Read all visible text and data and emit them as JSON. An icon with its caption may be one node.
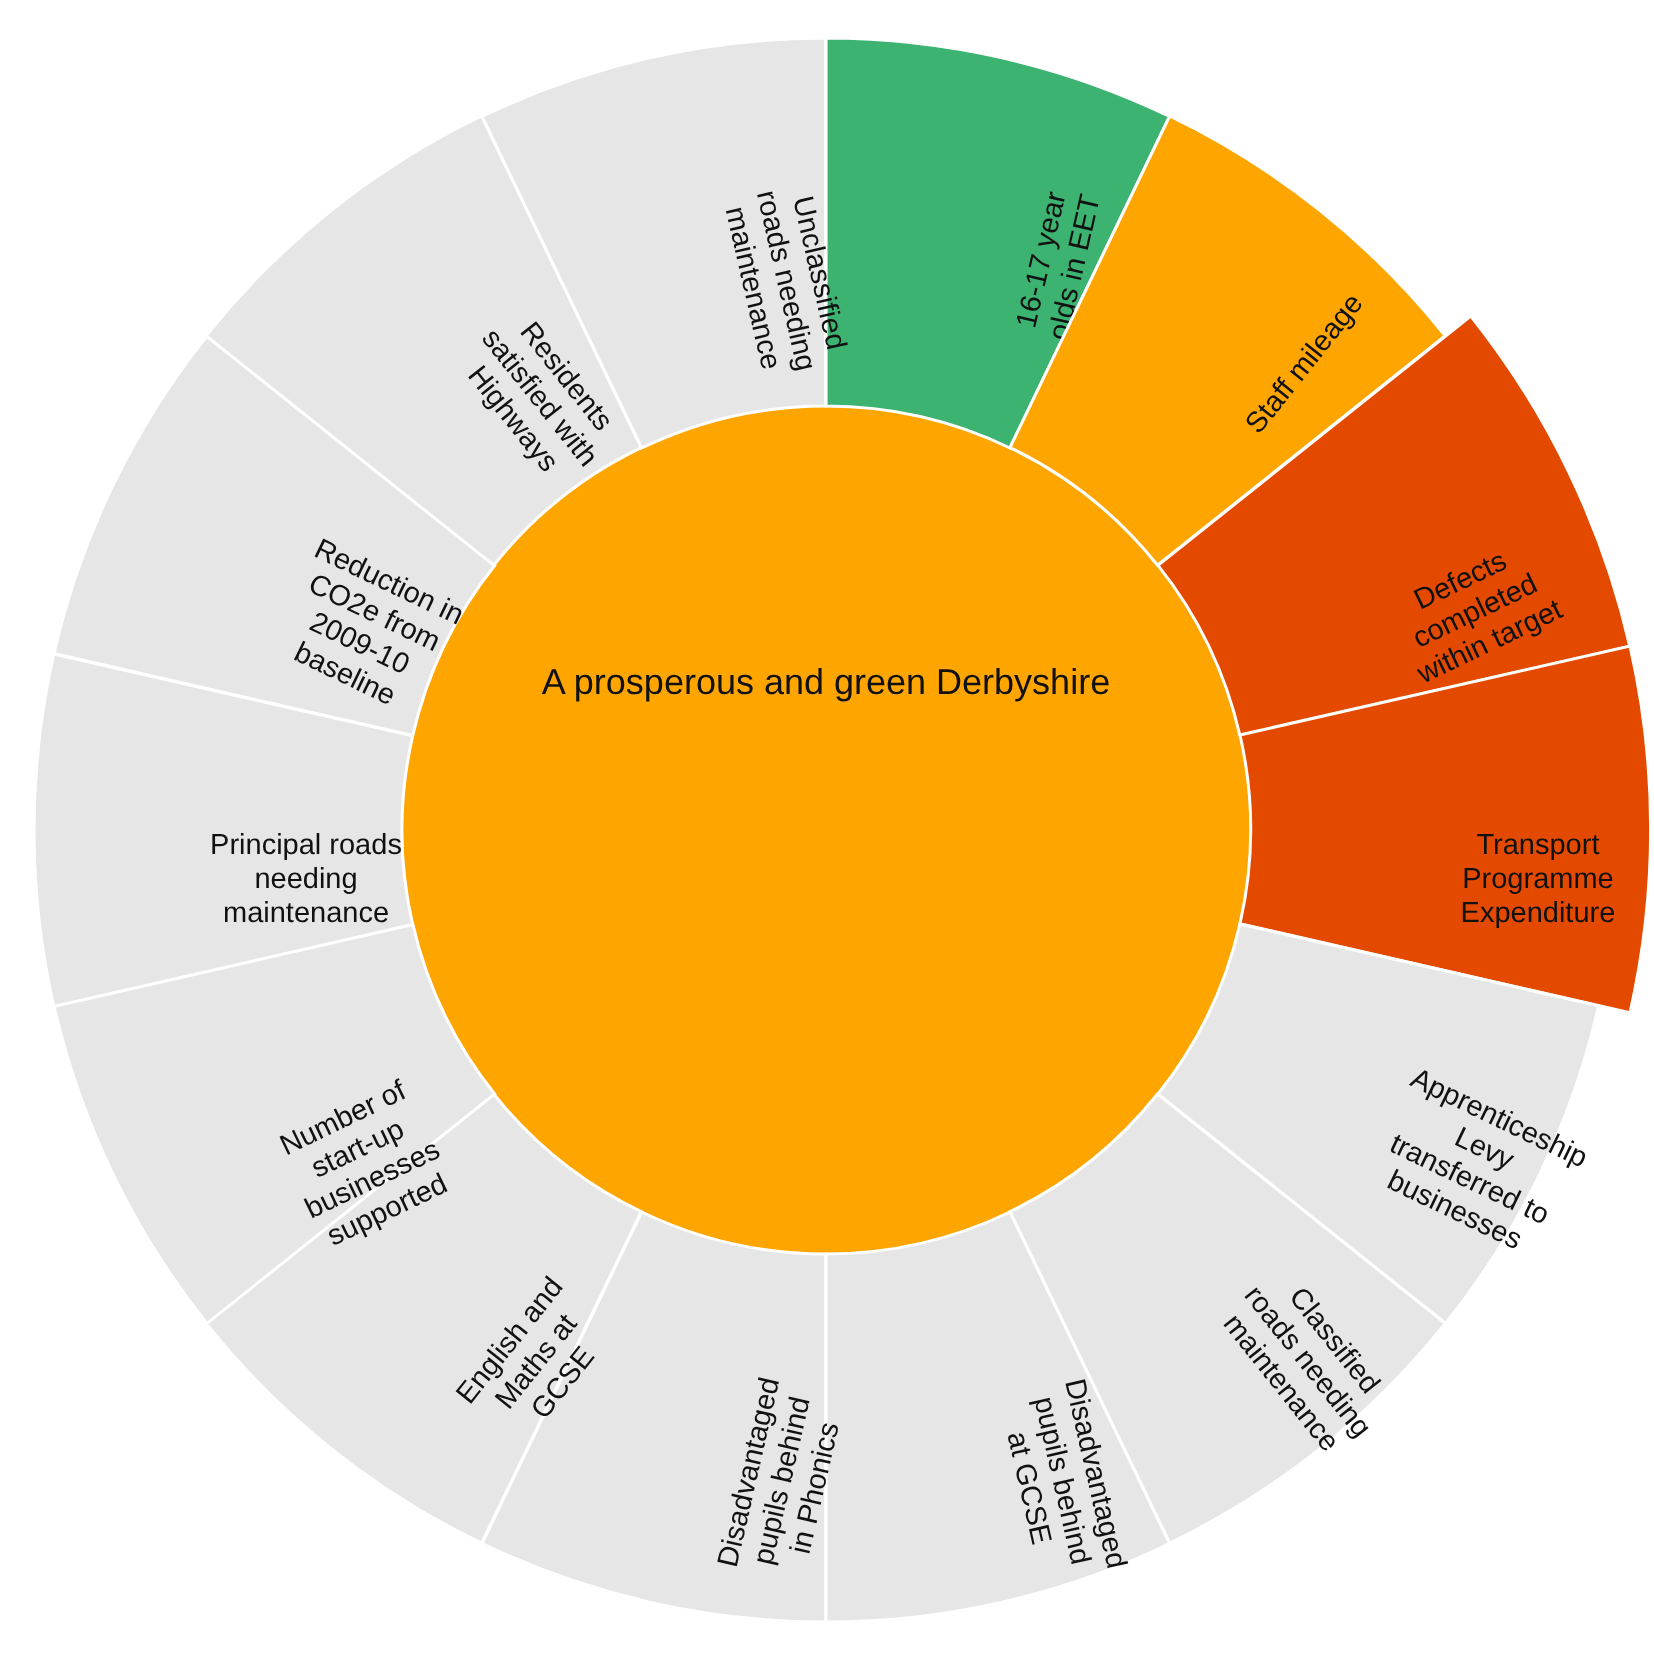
{
  "diagram": {
    "nodes": [
      {
        "text": [
          "A prosperous and green Derbyshire"
        ]
      },
      {
        "text": [
          "16-17 year olds in EET"
        ]
      },
      {
        "text": [
          "Staff mileage"
        ]
      },
      {
        "text": [
          "Defects completed within target"
        ]
      },
      {
        "text": [
          "Transport Programme Expenditure"
        ]
      },
      {
        "text": [
          "Apprenticeship Levy transferred to businesses"
        ]
      },
      {
        "text": [
          "Classified roads needing maintenance"
        ]
      },
      {
        "text": [
          "Disadvantaged pupils behind at GCSE"
        ]
      },
      {
        "text": [
          "Disadvantaged pupils behind in Phonics"
        ]
      },
      {
        "text": [
          "English and Maths at GCSE"
        ]
      },
      {
        "text": [
          "Number of start-up businesses supported"
        ]
      },
      {
        "text": [
          "Principal roads needing maintenance"
        ]
      },
      {
        "text": [
          "Reduction in CO2e from 2009-10 baseline"
        ]
      },
      {
        "text": [
          "Residents satisfied with Highways"
        ]
      },
      {
        "text": [
          "Unclassified roads needing maintenance"
        ]
      }
    ]
  }
}
